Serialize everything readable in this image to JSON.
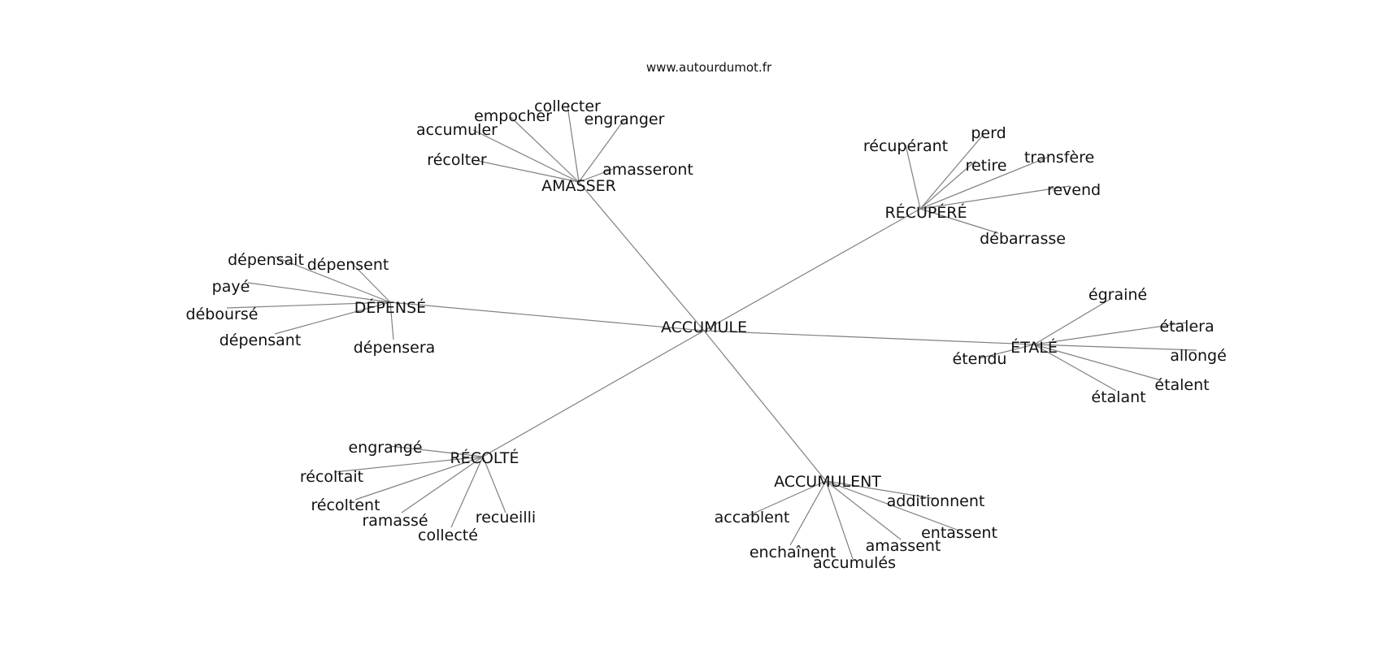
{
  "source_label": "www.autourdumot.fr",
  "center": "ACCUMULE",
  "clusters": [
    {
      "hub": "AMASSER",
      "leaves": [
        "collecter",
        "empocher",
        "engranger",
        "accumuler",
        "récolter",
        "amasseront"
      ]
    },
    {
      "hub": "RÉCUPÉRÉ",
      "leaves": [
        "récupérant",
        "perd",
        "retire",
        "transfère",
        "revend",
        "débarrasse"
      ]
    },
    {
      "hub": "DÉPENSÉ",
      "leaves": [
        "dépensait",
        "dépensent",
        "payé",
        "déboursé",
        "dépensant",
        "dépensera"
      ]
    },
    {
      "hub": "ÉTALÉ",
      "leaves": [
        "égrainé",
        "étalera",
        "allongé",
        "étendu",
        "étalent",
        "étalant"
      ]
    },
    {
      "hub": "RÉCOLTÉ",
      "leaves": [
        "engrangé",
        "récoltait",
        "récoltent",
        "ramassé",
        "collecté",
        "recueilli"
      ]
    },
    {
      "hub": "ACCUMULENT",
      "leaves": [
        "additionnent",
        "accablent",
        "entassent",
        "amassent",
        "enchaînent",
        "accumulés"
      ]
    }
  ]
}
